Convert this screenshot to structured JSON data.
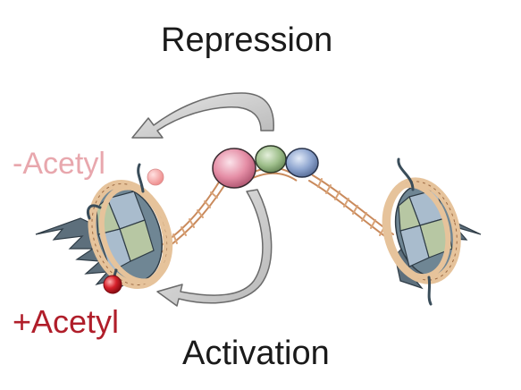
{
  "labels": {
    "repression": "Repression",
    "activation": "Activation",
    "minus_acetyl": "-Acetyl",
    "plus_acetyl": "+Acetyl"
  },
  "colors": {
    "minus_acetyl": "#e8a7ad",
    "plus_acetyl": "#b01e2a",
    "arrow_fill": "#cfcfcf",
    "arrow_stroke": "#6a6a6a",
    "complex_pink": "#e58ea6",
    "complex_green": "#9fbf8c",
    "complex_blue": "#8ea5cf",
    "dna": "#d9a276",
    "histone_wrap": "#e6c39b",
    "histone_core_grey": "#6f8694",
    "histone_core_green": "#b7c7a3",
    "histone_core_blue": "#a9bccd",
    "histone_tail": "#3a4d5a",
    "acetyl_dim": "#f0a0a0",
    "acetyl_bright": "#d6202a"
  },
  "icons": {
    "left_nucleosome": "nucleosome-icon",
    "right_nucleosome": "nucleosome-icon",
    "regulator_complex": "protein-complex-icon",
    "repression_arrow": "curved-arrow-icon",
    "activation_arrow": "curved-arrow-icon"
  }
}
